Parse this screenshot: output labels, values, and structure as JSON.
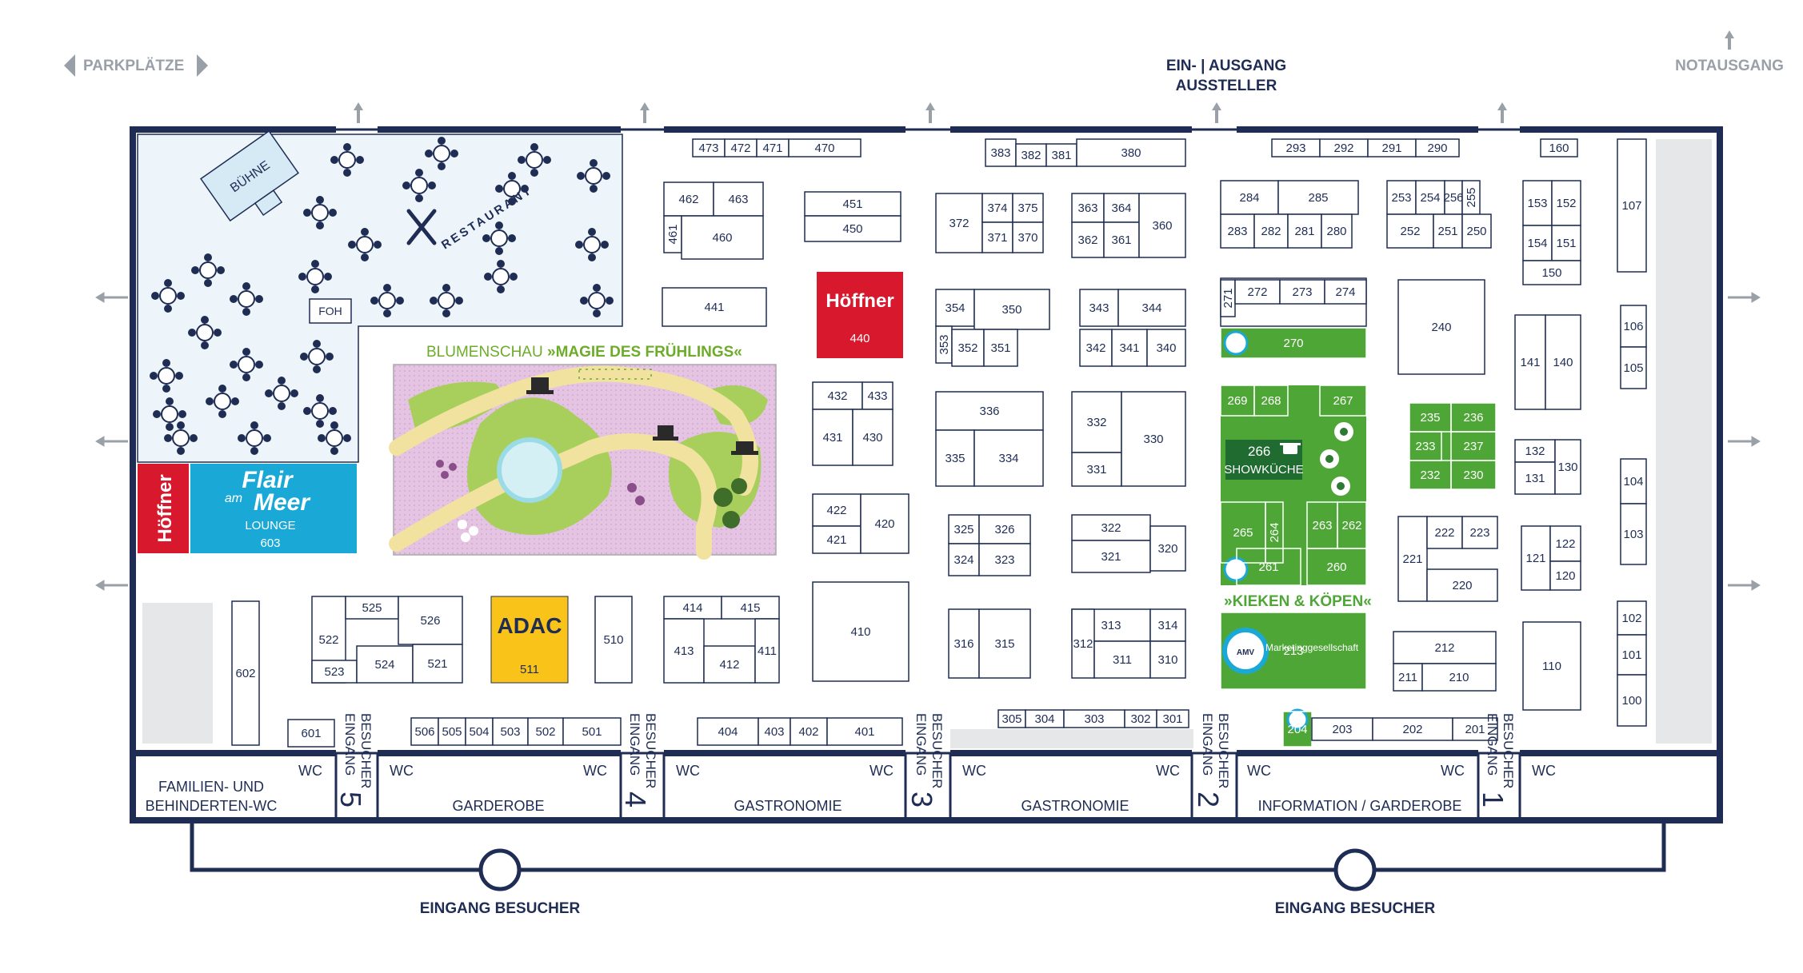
{
  "map": {
    "top_labels": {
      "parking": "PARKPLÄTZE",
      "exhibitor_entry_line1": "EIN- | AUSGANG",
      "exhibitor_entry_line2": "AUSSTELLER",
      "emergency": "NOTAUSGANG"
    },
    "bottom_labels": {
      "visitor_entry_left": "EINGANG BESUCHER",
      "visitor_entry_right": "EINGANG BESUCHER"
    },
    "entrances": [
      {
        "line1": "EINGANG",
        "line2": "BESUCHER",
        "number": "5"
      },
      {
        "line1": "EINGANG",
        "line2": "BESUCHER",
        "number": "4"
      },
      {
        "line1": "EINGANG",
        "line2": "BESUCHER",
        "number": "3"
      },
      {
        "line1": "EINGANG",
        "line2": "BESUCHER",
        "number": "2"
      },
      {
        "line1": "EINGANG",
        "line2": "BESUCHER",
        "number": "1"
      }
    ],
    "service_labels": {
      "family_wc_line1": "FAMILIEN- UND",
      "family_wc_line2": "BEHINDERTEN-WC",
      "wc": "WC",
      "cloakroom": "GARDEROBE",
      "gastro1": "GASTRONOMIE",
      "gastro2": "GASTRONOMIE",
      "info": "INFORMATION / GARDEROBE"
    },
    "special_areas": {
      "stage": "BÜHNE",
      "restaurant": "RESTAURANT",
      "foh": "FOH",
      "garden_title_prefix": "BLUMENSCHAU",
      "garden_title_main": "»MAGIE DES FRÜHLINGS«",
      "kieken": "»KIEKEN & KÖPEN«",
      "showkueche_num": "266",
      "showkueche": "SHOWKÜCHE",
      "hoeffner": "Höffner",
      "hoeffner_booth": "440",
      "flair_line1": "Flair",
      "flair_line2": "am",
      "flair_line3": "Meer",
      "lounge": "LOUNGE",
      "lounge_num": "603",
      "adac": "ADAC",
      "adac_num": "511",
      "amv": "AMV",
      "marketing": "Marketinggesellschaft"
    },
    "colors": {
      "navy": "#1f2d55",
      "green": "#4ea637",
      "red": "#d8182c",
      "cyan": "#1aa9d6",
      "yellow": "#f9c31a",
      "garden_pink": "#e5c3e2",
      "garden_title": "#6dac2a",
      "restaurant_bg": "#eef5fa",
      "grey": "#e6e7e9"
    },
    "booths": {
      "b473": "473",
      "b472": "472",
      "b471": "471",
      "b470": "470",
      "b383": "383",
      "b382": "382",
      "b381": "381",
      "b380": "380",
      "b293": "293",
      "b292": "292",
      "b291": "291",
      "b290": "290",
      "b160": "160",
      "b462": "462",
      "b463": "463",
      "b461": "461",
      "b460": "460",
      "b451": "451",
      "b450": "450",
      "b441": "441",
      "b372": "372",
      "b374": "374",
      "b375": "375",
      "b371": "371",
      "b370": "370",
      "b363": "363",
      "b364": "364",
      "b362": "362",
      "b361": "361",
      "b360": "360",
      "b284": "284",
      "b285": "285",
      "b283": "283",
      "b282": "282",
      "b281": "281",
      "b280": "280",
      "b253": "253",
      "b254": "254",
      "b256": "256",
      "b255": "255",
      "b252": "252",
      "b251": "251",
      "b250": "250",
      "b153": "153",
      "b152": "152",
      "b154": "154",
      "b151": "151",
      "b150": "150",
      "b107": "107",
      "b354": "354",
      "b350": "350",
      "b353": "353",
      "b352": "352",
      "b351": "351",
      "b343": "343",
      "b344": "344",
      "b342": "342",
      "b341": "341",
      "b340": "340",
      "b271": "271",
      "b272": "272",
      "b273": "273",
      "b274": "274",
      "b270": "270",
      "b240": "240",
      "b141": "141",
      "b140": "140",
      "b106": "106",
      "b105": "105",
      "b432": "432",
      "b433": "433",
      "b431": "431",
      "b430": "430",
      "b336": "336",
      "b335": "335",
      "b334": "334",
      "b332": "332",
      "b331": "331",
      "b330": "330",
      "b269": "269",
      "b268": "268",
      "b267": "267",
      "b265": "265",
      "b264": "264",
      "b263": "263",
      "b262": "262",
      "b261": "261",
      "b260": "260",
      "b235": "235",
      "b236": "236",
      "b233": "233",
      "b237": "237",
      "b232": "232",
      "b230": "230",
      "b132": "132",
      "b131": "131",
      "b130": "130",
      "b104": "104",
      "b103": "103",
      "b422": "422",
      "b421": "421",
      "b420": "420",
      "b325": "325",
      "b326": "326",
      "b324": "324",
      "b323": "323",
      "b322": "322",
      "b321": "321",
      "b320": "320",
      "b221": "221",
      "b222": "222",
      "b223": "223",
      "b220": "220",
      "b121": "121",
      "b122": "122",
      "b120": "120",
      "b525": "525",
      "b522": "522",
      "b526": "526",
      "b523": "523",
      "b524": "524",
      "b521": "521",
      "b510": "510",
      "b414": "414",
      "b415": "415",
      "b413": "413",
      "b412": "412",
      "b411": "411",
      "b410": "410",
      "b316": "316",
      "b315": "315",
      "b313": "313",
      "b314": "314",
      "b312": "312",
      "b311": "311",
      "b310": "310",
      "b213": "213",
      "b212": "212",
      "b211": "211",
      "b210": "210",
      "b110": "110",
      "b102": "102",
      "b101": "101",
      "b100": "100",
      "b602": "602",
      "b601": "601",
      "b506": "506",
      "b505": "505",
      "b504": "504",
      "b503": "503",
      "b502": "502",
      "b501": "501",
      "b404": "404",
      "b403": "403",
      "b402": "402",
      "b401": "401",
      "b305": "305",
      "b304": "304",
      "b303": "303",
      "b302": "302",
      "b301": "301",
      "b204": "204",
      "b203": "203",
      "b202": "202",
      "b201": "201"
    }
  }
}
